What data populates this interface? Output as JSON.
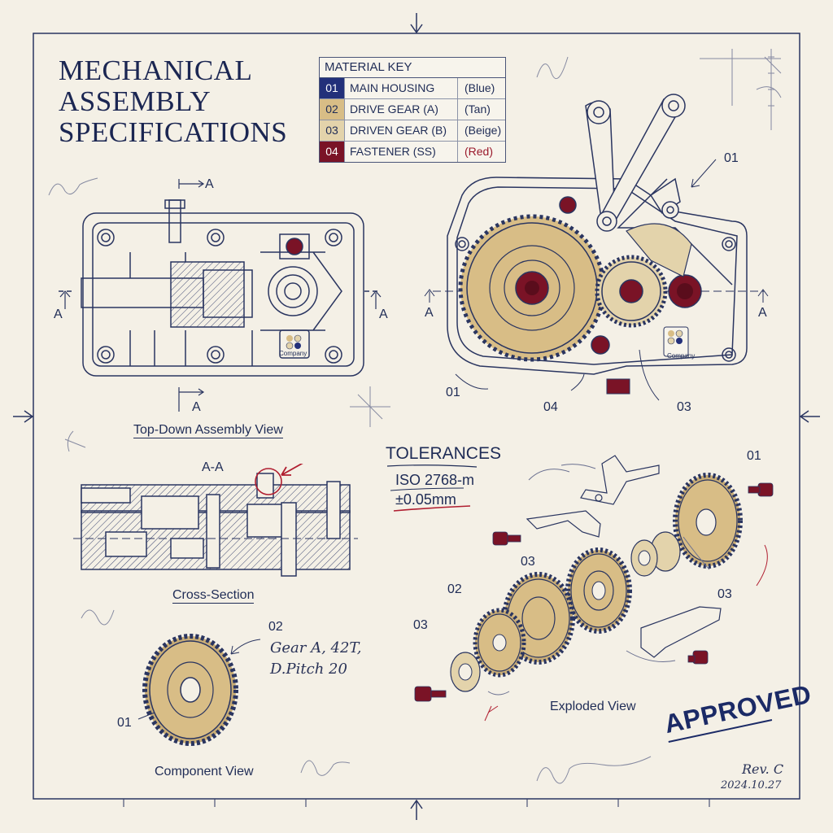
{
  "title": [
    "MECHANICAL",
    "ASSEMBLY",
    "SPECIFICATIONS"
  ],
  "material_key": {
    "header": "MATERIAL KEY",
    "rows": [
      {
        "num": "01",
        "name": "MAIN HOUSING",
        "color": "(Blue)",
        "swatch": "#23307a"
      },
      {
        "num": "02",
        "name": "DRIVE GEAR (A)",
        "color": "(Tan)",
        "swatch": "#d8bd86"
      },
      {
        "num": "03",
        "name": "DRIVEN GEAR (B)",
        "color": "(Beige)",
        "swatch": "#e3d3ab"
      },
      {
        "num": "04",
        "name": "FASTENER (SS)",
        "color": "(Red)",
        "swatch": "#7a1326"
      }
    ]
  },
  "views": {
    "top_down": "Top-Down Assembly View",
    "cross_section": "Cross-Section",
    "component": "Component View",
    "exploded": "Exploded View"
  },
  "section_marks": {
    "a": "A",
    "aa": "A-A"
  },
  "callouts": {
    "front_01": "01",
    "front_04": "04",
    "front_03": "03",
    "front_housing_01": "01",
    "exp_01": "01",
    "exp_03_left": "03",
    "exp_02": "02",
    "exp_03_bottom": "03",
    "exp_03_right": "03",
    "comp_02": "02",
    "comp_01": "01"
  },
  "component_note": [
    "Gear A, 42T,",
    "D.Pitch 20"
  ],
  "tolerances": {
    "heading": "TOLERANCES",
    "lines": [
      "ISO 2768-m",
      "±0.05mm"
    ]
  },
  "logo_text": "Company",
  "stamp": "APPROVED",
  "revision": {
    "rev": "Rev. C",
    "date": "2024.10.27"
  },
  "colors": {
    "ink": "#1f2c56",
    "tan": "#d8bd86",
    "beige": "#e3d3ab",
    "red": "#7a1326",
    "paper": "#f4f0e6"
  }
}
